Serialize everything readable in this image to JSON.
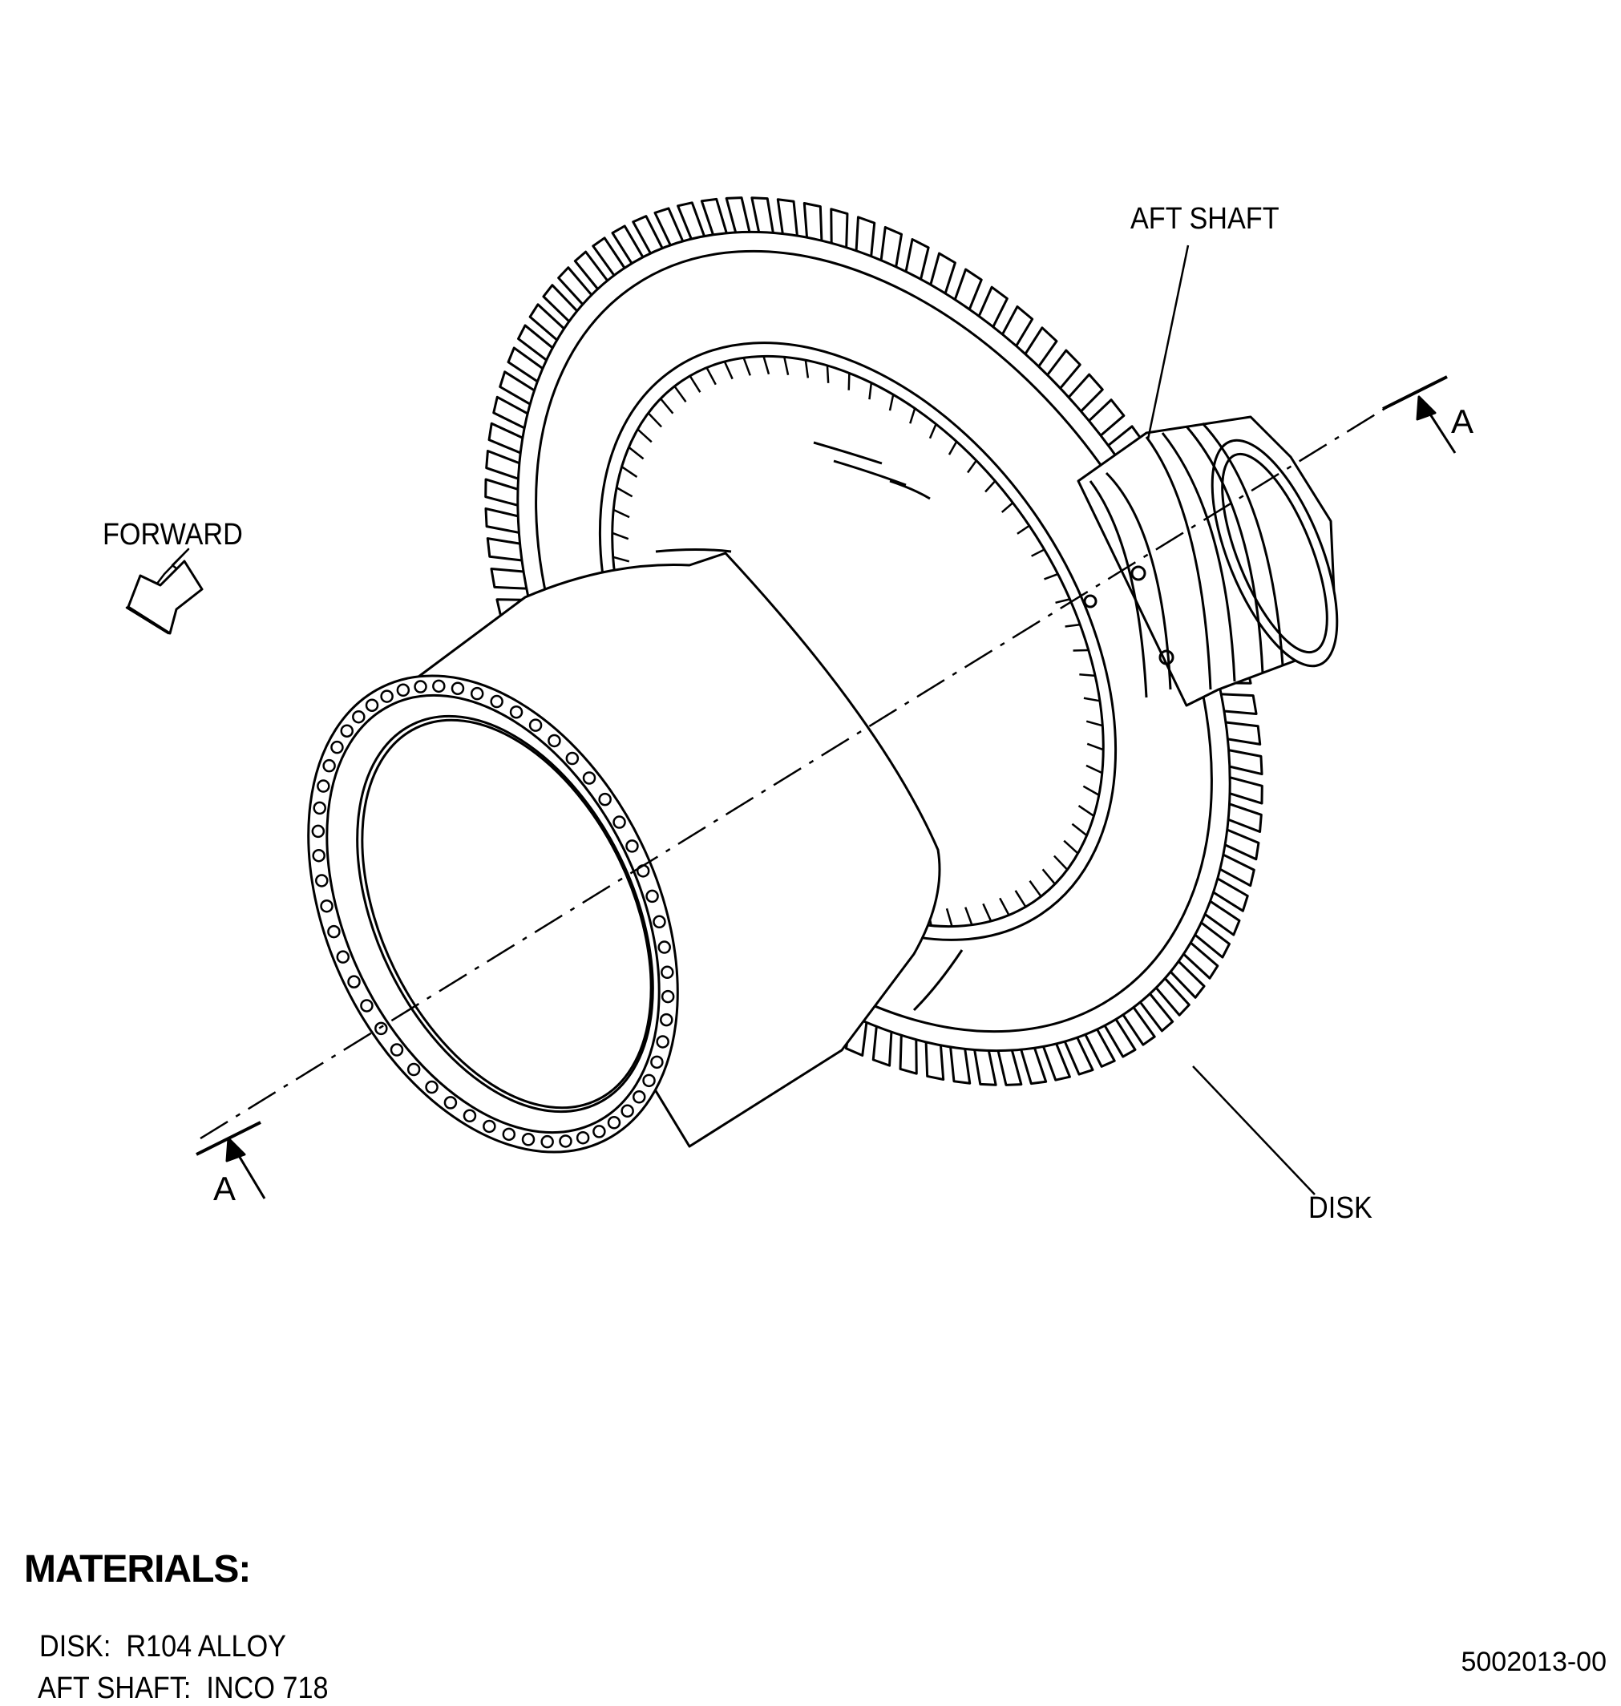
{
  "labels": {
    "aft_shaft": "AFT SHAFT",
    "disk": "DISK",
    "forward": "FORWARD",
    "section_top": "A",
    "section_bottom": "A"
  },
  "materials": {
    "title": "MATERIALS:",
    "items": [
      {
        "part": "DISK:",
        "material": "R104 ALLOY"
      },
      {
        "part": "AFT SHAFT:",
        "material": "INCO 718"
      }
    ]
  },
  "drawing_number": "5002013-00",
  "colors": {
    "ink": "#000000",
    "paper": "#ffffff"
  }
}
